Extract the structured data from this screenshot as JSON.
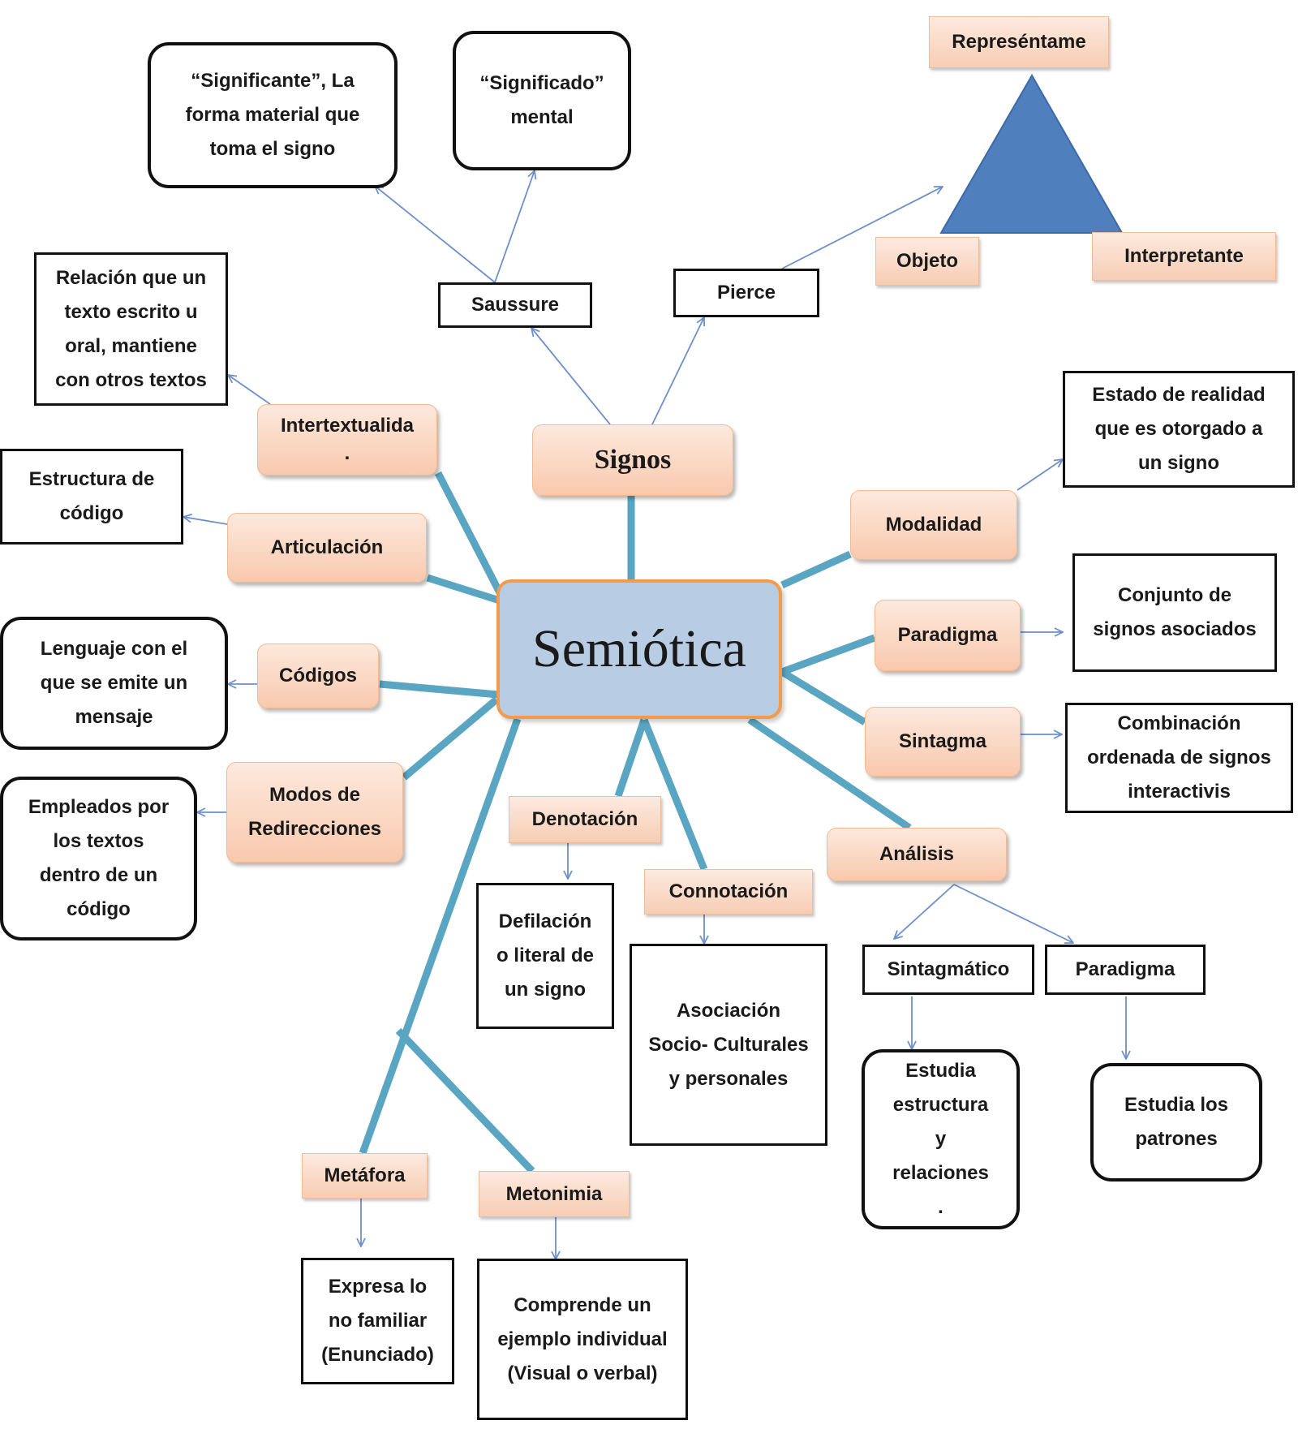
{
  "center": "Semiótica",
  "branches": {
    "signos": "Signos",
    "intertextualidad": "Intertextualida\n.",
    "articulacion": "Articulación",
    "codigos": "Códigos",
    "modos": "Modos de\nRedirecciones",
    "modalidad": "Modalidad",
    "paradigma": "Paradigma",
    "sintagma": "Sintagma",
    "analisis": "Análisis",
    "denotacion": "Denotación",
    "connotacion": "Connotación",
    "metafora": "Metáfora",
    "metonimia": "Metonimia"
  },
  "subnodes": {
    "saussure": "Saussure",
    "pierce": "Pierce",
    "sintagmatico": "Sintagmático",
    "paradigma_analisis": "Paradigma"
  },
  "triangle": {
    "top": "Represéntame",
    "left": "Objeto",
    "right": "Interpretante",
    "color": "#4f7fbd"
  },
  "definitions": {
    "significante": "“Significante”, La\nforma material que\ntoma el signo",
    "significado": "“Significado”\nmental",
    "intertextualidad": "Relación que un\ntexto escrito u\noral, mantiene\ncon otros textos",
    "articulacion": "Estructura de\ncódigo",
    "codigos": "Lenguaje con el\nque se emite un\nmensaje",
    "modos": "Empleados por\nlos textos\ndentro de un\ncódigo",
    "modalidad": "Estado de realidad\nque es otorgado a\nun signo",
    "paradigma": "Conjunto de\nsignos asociados",
    "sintagma": "Combinación\nordenada de signos\ninteractivis",
    "denotacion": "Defilación\no literal de\nun signo",
    "connotacion": "Asociación\nSocio- Culturales\ny personales",
    "sintagmatico": "Estudia\nestructura\ny\nrelaciones\n.",
    "paradigma_analisis": "Estudia los\npatrones",
    "metafora": "Expresa lo\nno familiar\n(Enunciado)",
    "metonimia": "Comprende un\nejemplo individual\n(Visual o verbal)"
  },
  "colors": {
    "thick_line": "#5aa6c2",
    "arrow": "#6f8fca",
    "center_fill": "#b8cde4",
    "center_border": "#f39a4b",
    "branch_fill": "#f9d3bc"
  }
}
